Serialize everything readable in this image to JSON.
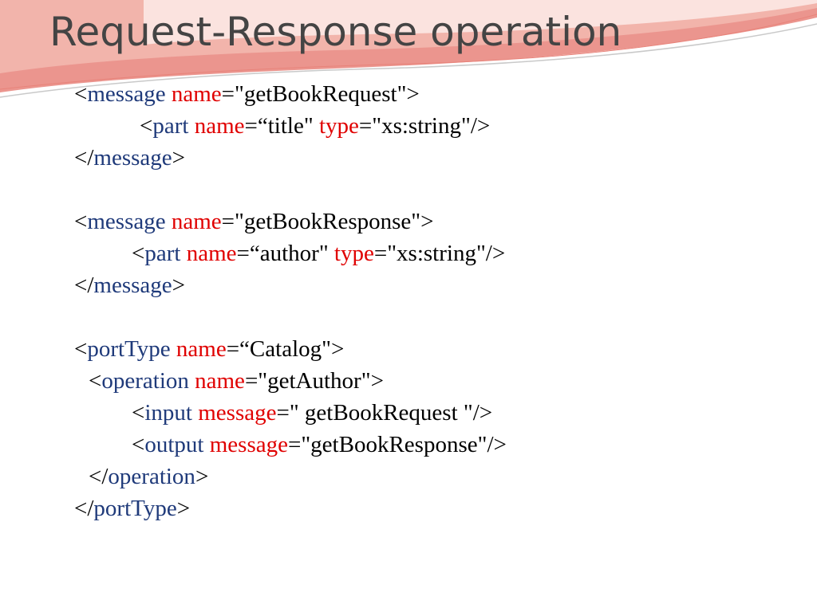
{
  "slide": {
    "title": "Request-Response operation",
    "colors": {
      "title": "#444444",
      "bracket_and_value": "#000000",
      "tag_name": "#1f3a7a",
      "attribute_name": "#e00000",
      "header_swoosh": "#e8837a"
    },
    "code_lines": [
      {
        "indent": 0,
        "tokens": [
          {
            "k": "br",
            "t": "<"
          },
          {
            "k": "tag",
            "t": "message"
          },
          {
            "k": "val",
            "t": " "
          },
          {
            "k": "attr",
            "t": "name"
          },
          {
            "k": "val",
            "t": "=\"getBookRequest\""
          },
          {
            "k": "br",
            "t": ">"
          }
        ]
      },
      {
        "indent": 82,
        "tokens": [
          {
            "k": "br",
            "t": "<"
          },
          {
            "k": "tag",
            "t": "part"
          },
          {
            "k": "val",
            "t": " "
          },
          {
            "k": "attr",
            "t": "name"
          },
          {
            "k": "val",
            "t": "=“title\" "
          },
          {
            "k": "attr",
            "t": "type"
          },
          {
            "k": "val",
            "t": "=\"xs:string\""
          },
          {
            "k": "br",
            "t": "/>"
          }
        ]
      },
      {
        "indent": 0,
        "tokens": [
          {
            "k": "br",
            "t": "</"
          },
          {
            "k": "tag",
            "t": "message"
          },
          {
            "k": "br",
            "t": ">"
          }
        ]
      },
      {
        "indent": 0,
        "tokens": []
      },
      {
        "indent": 0,
        "tokens": [
          {
            "k": "br",
            "t": "<"
          },
          {
            "k": "tag",
            "t": "message"
          },
          {
            "k": "val",
            "t": " "
          },
          {
            "k": "attr",
            "t": "name"
          },
          {
            "k": "val",
            "t": "=\"getBookResponse\""
          },
          {
            "k": "br",
            "t": ">"
          }
        ]
      },
      {
        "indent": 72,
        "tokens": [
          {
            "k": "br",
            "t": "<"
          },
          {
            "k": "tag",
            "t": "part"
          },
          {
            "k": "val",
            "t": " "
          },
          {
            "k": "attr",
            "t": "name"
          },
          {
            "k": "val",
            "t": "=“author\" "
          },
          {
            "k": "attr",
            "t": "type"
          },
          {
            "k": "val",
            "t": "=\"xs:string\""
          },
          {
            "k": "br",
            "t": "/>"
          }
        ]
      },
      {
        "indent": 0,
        "tokens": [
          {
            "k": "br",
            "t": "</"
          },
          {
            "k": "tag",
            "t": "message"
          },
          {
            "k": "br",
            "t": ">"
          }
        ]
      },
      {
        "indent": 0,
        "tokens": []
      },
      {
        "indent": 0,
        "tokens": [
          {
            "k": "br",
            "t": "<"
          },
          {
            "k": "tag",
            "t": "portType"
          },
          {
            "k": "val",
            "t": " "
          },
          {
            "k": "attr",
            "t": "name"
          },
          {
            "k": "val",
            "t": "=“Catalog\""
          },
          {
            "k": "br",
            "t": ">"
          }
        ]
      },
      {
        "indent": 18,
        "tokens": [
          {
            "k": "br",
            "t": "<"
          },
          {
            "k": "tag",
            "t": "operation"
          },
          {
            "k": "val",
            "t": " "
          },
          {
            "k": "attr",
            "t": "name"
          },
          {
            "k": "val",
            "t": "=\"getAuthor\""
          },
          {
            "k": "br",
            "t": ">"
          }
        ]
      },
      {
        "indent": 72,
        "tokens": [
          {
            "k": "br",
            "t": "<"
          },
          {
            "k": "tag",
            "t": "input"
          },
          {
            "k": "val",
            "t": " "
          },
          {
            "k": "attr",
            "t": "message"
          },
          {
            "k": "val",
            "t": "=\" getBookRequest \""
          },
          {
            "k": "br",
            "t": "/>"
          }
        ]
      },
      {
        "indent": 72,
        "tokens": [
          {
            "k": "br",
            "t": "<"
          },
          {
            "k": "tag",
            "t": "output"
          },
          {
            "k": "val",
            "t": " "
          },
          {
            "k": "attr",
            "t": "message"
          },
          {
            "k": "val",
            "t": "=\"getBookResponse\""
          },
          {
            "k": "br",
            "t": "/>"
          }
        ]
      },
      {
        "indent": 18,
        "tokens": [
          {
            "k": "br",
            "t": "</"
          },
          {
            "k": "tag",
            "t": "operation"
          },
          {
            "k": "br",
            "t": ">"
          }
        ]
      },
      {
        "indent": 0,
        "tokens": [
          {
            "k": "br",
            "t": "</"
          },
          {
            "k": "tag",
            "t": "portType"
          },
          {
            "k": "br",
            "t": ">"
          }
        ]
      }
    ]
  }
}
